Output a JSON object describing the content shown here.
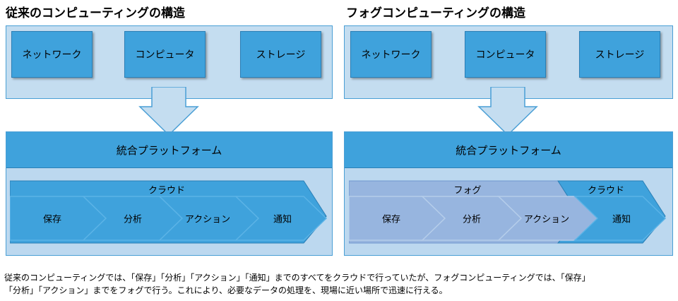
{
  "left": {
    "title": "従来のコンピューティングの構造",
    "components": [
      "ネットワーク",
      "コンピュータ",
      "ストレージ"
    ],
    "platform": "統合プラットフォーム",
    "banner": "クラウド",
    "steps": [
      "保存",
      "分析",
      "アクション",
      "通知"
    ]
  },
  "right": {
    "title": "フォグコンピューティングの構造",
    "components": [
      "ネットワーク",
      "コンピュータ",
      "ストレージ"
    ],
    "platform": "統合プラットフォーム",
    "banner_fog": "フォグ",
    "banner_cloud": "クラウド",
    "steps": [
      "保存",
      "分析",
      "アクション",
      "通知"
    ]
  },
  "caption": {
    "line1": "従来のコンピューティングでは、「保存」「分析」「アクション」「通知」までのすべてをクラウドで行っていたが、フォグコンピューティングでは、「保存」",
    "line2": "「分析」「アクション」までをフォグで行う。これにより、必要なデータの処理を、現場に近い場所で迅速に行える。"
  },
  "colors": {
    "panel": "#c4ddf0",
    "box": "#3fa2dc",
    "cloud": "#3fa2dc",
    "fog": "#97b5df"
  }
}
